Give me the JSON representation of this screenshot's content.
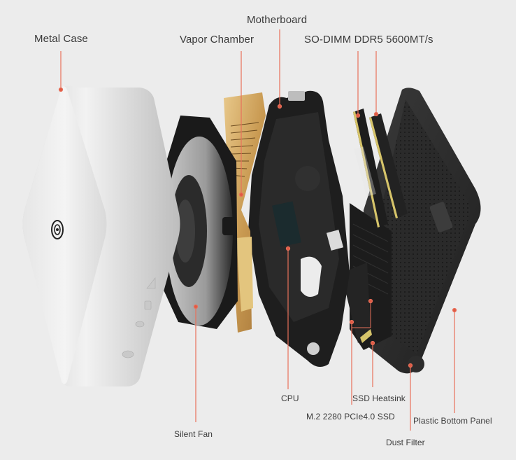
{
  "diagram": {
    "type": "exploded-view",
    "subject": "Mini PC",
    "accent_color": "#e8705a",
    "background_color": "#ececec",
    "text_color": "#3a3a3a"
  },
  "labels": {
    "metal_case": "Metal Case",
    "vapor_chamber": "Vapor Chamber",
    "motherboard": "Motherboard",
    "ram": "SO-DIMM DDR5 5600MT/s",
    "cpu": "CPU",
    "ssd_heatsink": "SSD Heatsink",
    "ssd": "M.2 2280 PCIe4.0 SSD",
    "plastic_bottom_panel": "Plastic Bottom Panel",
    "dust_filter": "Dust Filter",
    "silent_fan": "Silent Fan"
  },
  "components": [
    {
      "id": "metal_case",
      "label": "Metal Case"
    },
    {
      "id": "silent_fan",
      "label": "Silent Fan"
    },
    {
      "id": "vapor_chamber",
      "label": "Vapor Chamber"
    },
    {
      "id": "motherboard",
      "label": "Motherboard"
    },
    {
      "id": "cpu",
      "label": "CPU"
    },
    {
      "id": "ram",
      "label": "SO-DIMM DDR5 5600MT/s"
    },
    {
      "id": "ssd",
      "label": "M.2 2280 PCIe4.0 SSD"
    },
    {
      "id": "ssd_heatsink",
      "label": "SSD Heatsink"
    },
    {
      "id": "dust_filter",
      "label": "Dust Filter"
    },
    {
      "id": "plastic_bottom_panel",
      "label": "Plastic Bottom Panel"
    }
  ]
}
